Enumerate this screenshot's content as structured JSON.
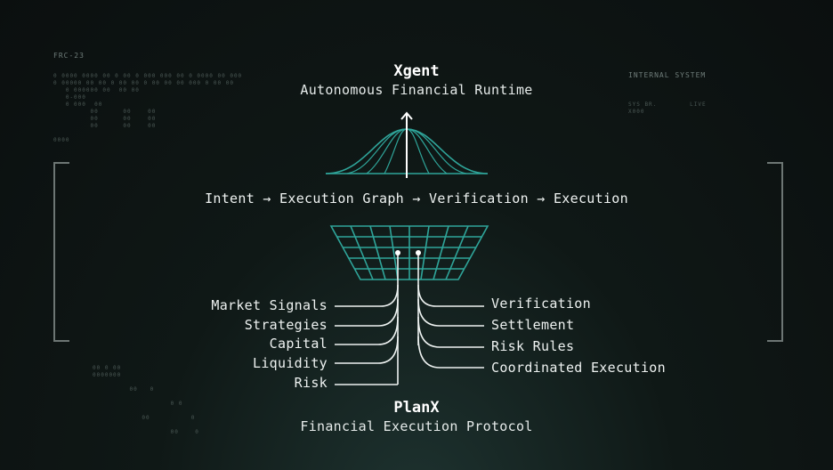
{
  "hud": {
    "top_left_code": "FRC-23",
    "top_left_small": "0 0000 0000 00 0 00 0 000 000 00 0 0000 00 000\n0 00000 00 00 0 00 00 0 00 00 00 000 0 00 00\n   0 000000 00  00 00\n   0-000\n   0 000  00\n         00      00    00\n         00      00    00\n         00      00    00\n\n0000",
    "top_right_title": "INTERNAL SYSTEM",
    "top_right_small": "SYS BR.        LIVE\nX000",
    "bottom_left_small": "00 0 00\n0000000\n\n         00   0\n\n                   0 0\n\n            00          0\n\n                   00    0"
  },
  "top_node": {
    "title": "Xgent",
    "subtitle": "Autonomous Financial Runtime"
  },
  "flow_text": "Intent → Execution Graph → Verification → Execution",
  "inputs": [
    "Market Signals",
    "Strategies",
    "Capital",
    "Liquidity",
    "Risk"
  ],
  "outputs": [
    "Verification",
    "Settlement",
    "Risk Rules",
    "Coordinated Execution"
  ],
  "bottom_node": {
    "title": "PlanX",
    "subtitle": "Financial Execution Protocol"
  },
  "colors": {
    "accent": "#2fa59a",
    "line": "#eef2f1",
    "bracket": "#6d7674"
  }
}
